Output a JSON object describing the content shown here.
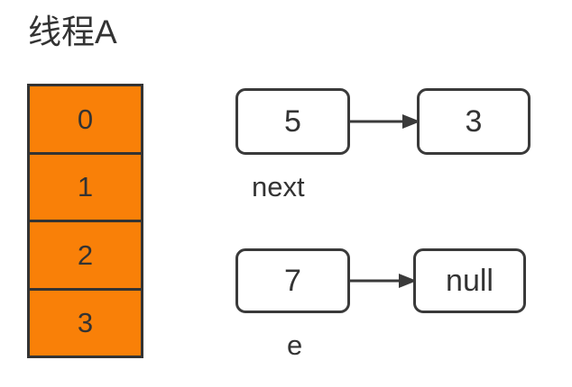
{
  "diagram": {
    "title": "线程A",
    "bucket_table": {
      "name": "hash-bucket-array",
      "cells": [
        "0",
        "1",
        "2",
        "3"
      ],
      "fill_color": "#F98008",
      "border_color": "#333333"
    },
    "rows": [
      {
        "id": "next-chain",
        "from_node": "5",
        "to_node": "3",
        "arrow": "arrow-right-icon",
        "pointer_label": "next"
      },
      {
        "id": "e-chain",
        "from_node": "7",
        "to_node": "null",
        "arrow": "arrow-right-icon",
        "pointer_label": "e"
      }
    ],
    "colors": {
      "orange": "#F98008",
      "outline": "#333333",
      "node_outline": "#3A3A3A",
      "text": "#333333",
      "background": "#FFFFFF"
    }
  }
}
